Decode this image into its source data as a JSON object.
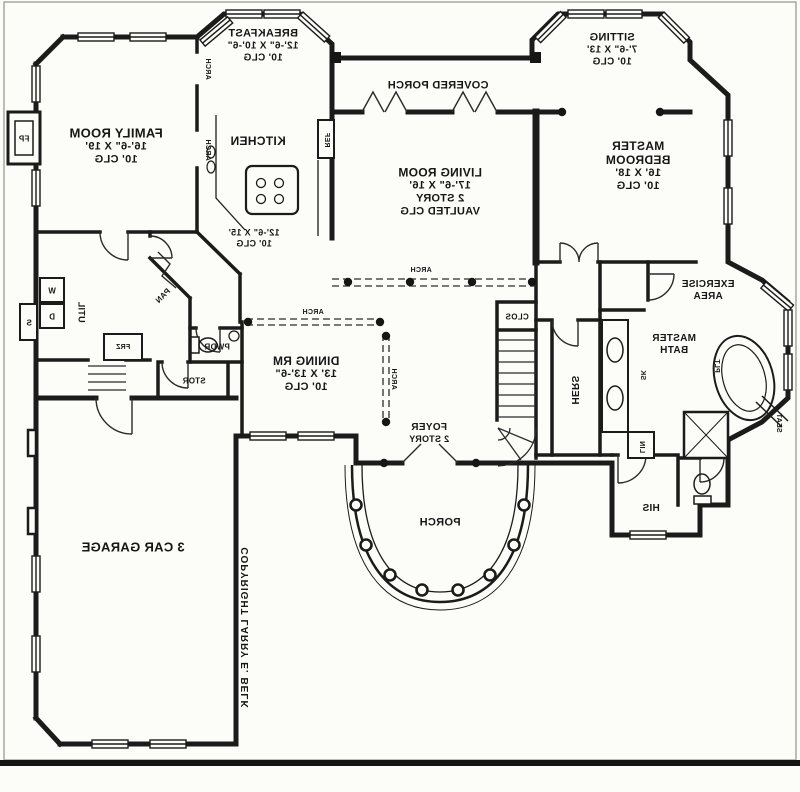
{
  "plan": {
    "rooms": {
      "family_room": {
        "name": "FAMILY ROOM",
        "dims": "16'-6\" X 19'",
        "ceiling": "10' CLG"
      },
      "breakfast": {
        "name": "BREAKFAST",
        "dims": "12'-6\" X 10'-6\"",
        "ceiling": "10' CLG"
      },
      "kitchen": {
        "name": "KITCHEN",
        "dims": "12'-6\" X 15'",
        "ceiling": "10' CLG"
      },
      "covered_porch": {
        "name": "COVERED PORCH"
      },
      "sitting": {
        "name": "SITTING",
        "dims": "7'-6\" X 13'",
        "ceiling": "10' CLG"
      },
      "master_bedroom": {
        "name_line1": "MASTER",
        "name_line2": "BEDROOM",
        "dims": "16' X 18'",
        "ceiling": "10' CLG"
      },
      "living_room": {
        "name": "LIVING ROOM",
        "dims": "17'-6\" X 16'",
        "story": "2 STORY",
        "ceiling": "VAULTED CLG"
      },
      "exercise_area": {
        "name_line1": "EXERCISE",
        "name_line2": "AREA"
      },
      "master_bath": {
        "name_line1": "MASTER",
        "name_line2": "BATH"
      },
      "dining_room": {
        "name": "DINING RM",
        "dims": "13' X 13'-6\"",
        "ceiling": "10' CLG"
      },
      "foyer": {
        "name": "FOYER",
        "story": "2 STORY"
      },
      "porch": {
        "name": "PORCH"
      },
      "garage": {
        "name": "3 CAR GARAGE"
      },
      "hers_closet": {
        "name": "HERS"
      },
      "his_closet": {
        "name": "HIS"
      },
      "utility": {
        "name": "UTIL"
      },
      "pantry": {
        "name": "PAN"
      },
      "powder": {
        "name": "PWDR"
      },
      "storage": {
        "name": "STOR"
      },
      "closet": {
        "name": "CLOS"
      }
    },
    "fixtures": {
      "fireplace": "FP",
      "washer": "W",
      "dryer": "D",
      "sink": "S",
      "freezer": "FRZ",
      "refrigerator": "REF",
      "linen": "LIN",
      "seat": "SEAT",
      "vanity_sink": "SK",
      "platform": "PLT"
    },
    "annotations": {
      "arch": "ARCH",
      "copyright": "COPYRIGHT LARRY E. BELK"
    }
  }
}
